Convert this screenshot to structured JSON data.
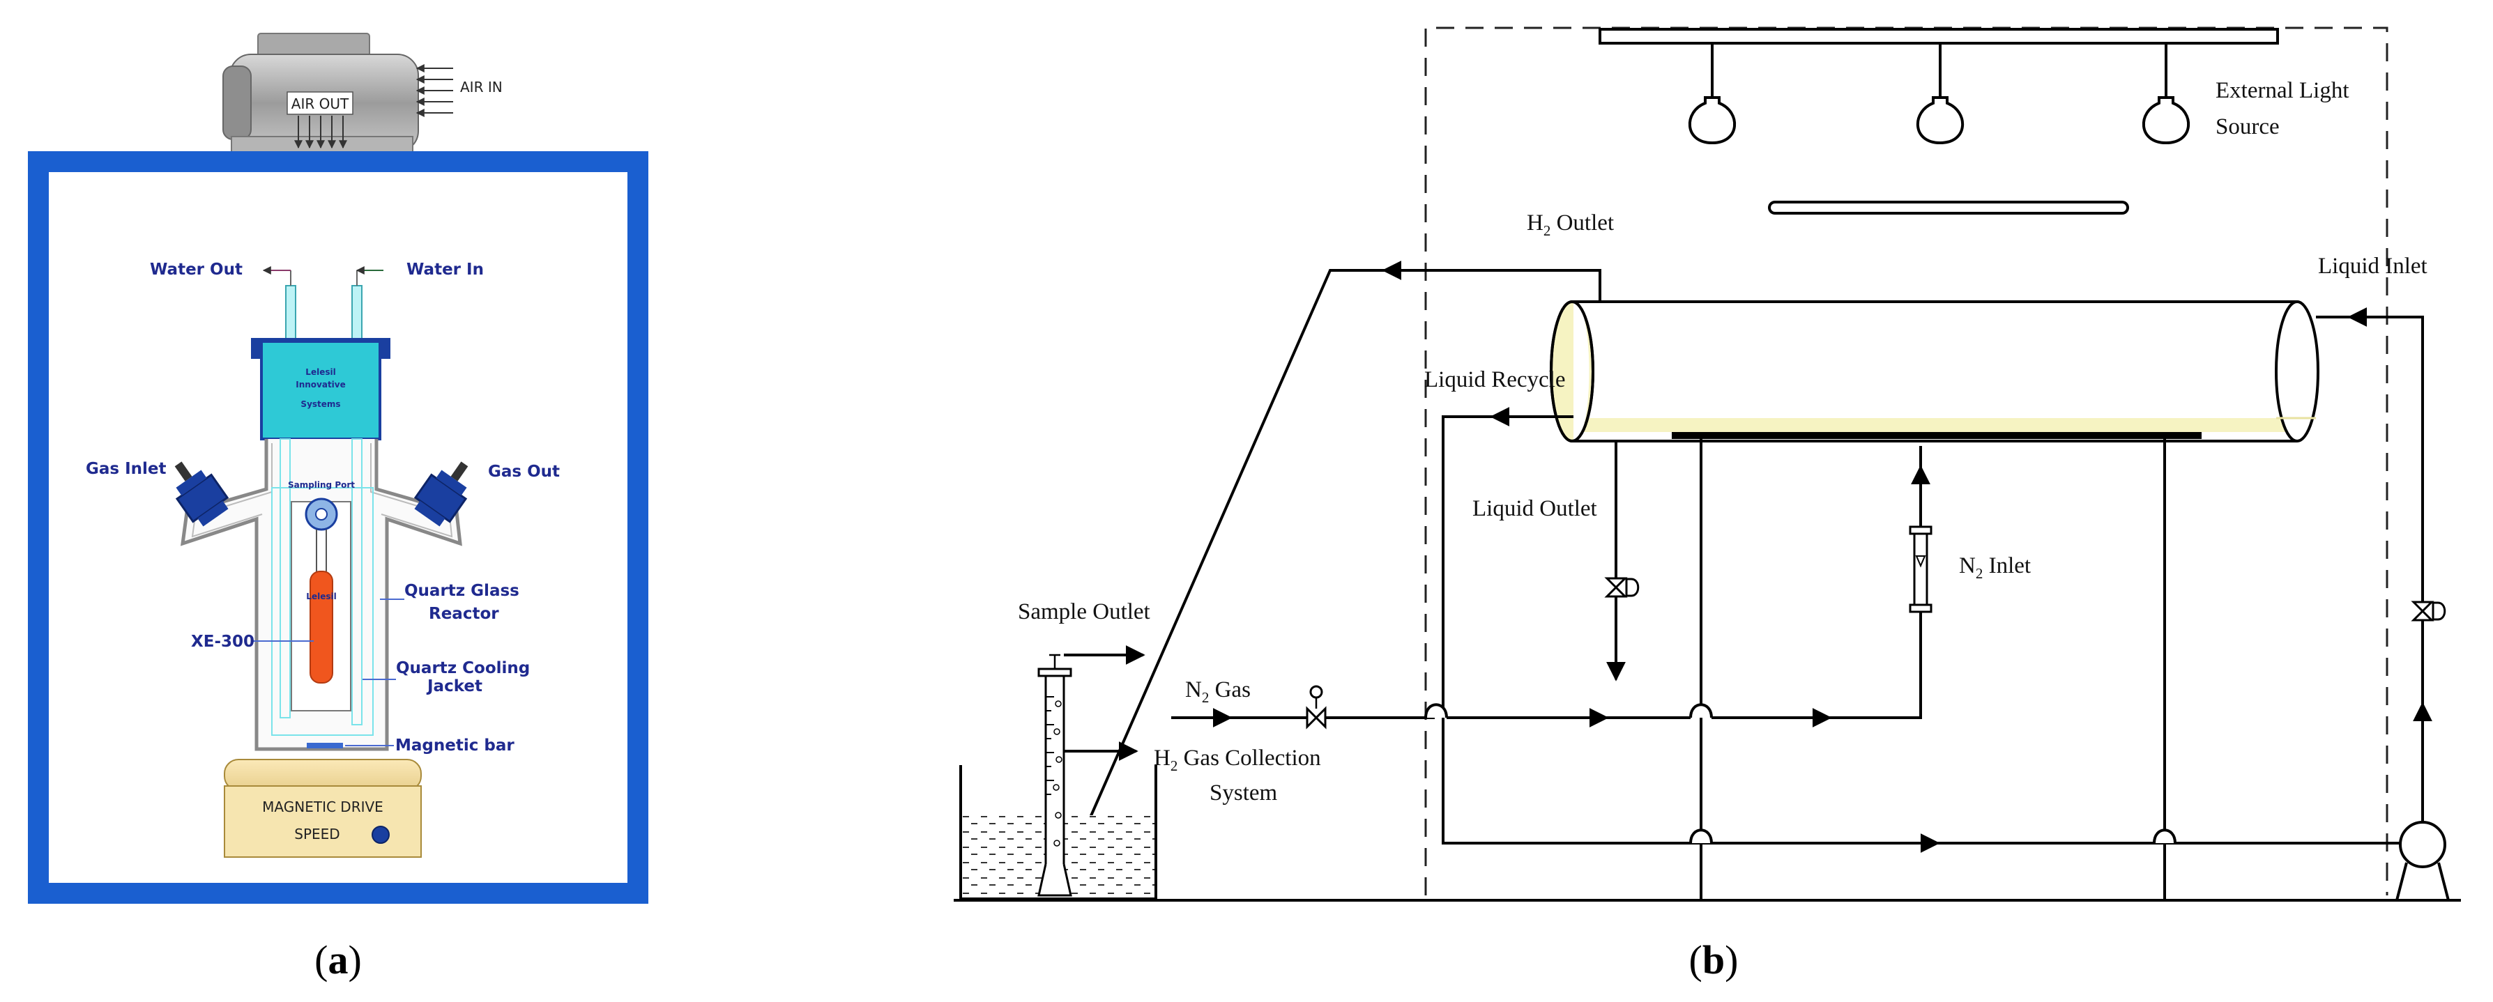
{
  "panel_a": {
    "caption_letter": "a",
    "fan": {
      "air_out": "AIR OUT",
      "air_in": "AIR IN"
    },
    "labels": {
      "water_out": "Water Out",
      "water_in": "Water In",
      "gas_inlet": "Gas Inlet",
      "gas_out": "Gas Out",
      "quartz_glass_reactor_1": "Quartz Glass",
      "quartz_glass_reactor_2": "Reactor",
      "xe300": "XE-300",
      "cooling_jacket_1": "Quartz Cooling",
      "cooling_jacket_2": "Jacket",
      "magnetic_bar": "Magnetic bar",
      "cap_line1": "Lelesil",
      "cap_line2": "Innovative",
      "cap_line3": "Systems",
      "sampling_port": "Sampling Port",
      "lamp": "Lelesil"
    },
    "stirrer": {
      "title": "MAGNETIC DRIVE",
      "speed": "SPEED"
    },
    "colors": {
      "frame": "#1a5fd0",
      "cap": "#2ec9d6",
      "lamp": "#f0561e",
      "label": "#1f2a8f"
    }
  },
  "panel_b": {
    "caption_letter": "b",
    "labels": {
      "external_light_1": "External Light",
      "external_light_2": "Source",
      "h2_outlet_pre": "H",
      "h2_outlet_sub": "2",
      "h2_outlet_post": " Outlet",
      "liquid_inlet": "Liquid Inlet",
      "liquid_recycle": "Liquid Recycle",
      "liquid_outlet": "Liquid Outlet",
      "n2_inlet_pre": "N",
      "n2_inlet_sub": "2",
      "n2_inlet_post": " Inlet",
      "sample_outlet": "Sample Outlet",
      "n2_gas_pre": "N",
      "n2_gas_sub": "2",
      "n2_gas_post": " Gas",
      "h2_collection_pre": "H",
      "h2_collection_sub": "2",
      "h2_collection_post": " Gas Collection",
      "h2_collection_line2": "System",
      "valve_d": "D"
    },
    "colors": {
      "liquid": "#f6f3c2",
      "line": "#000000"
    }
  }
}
